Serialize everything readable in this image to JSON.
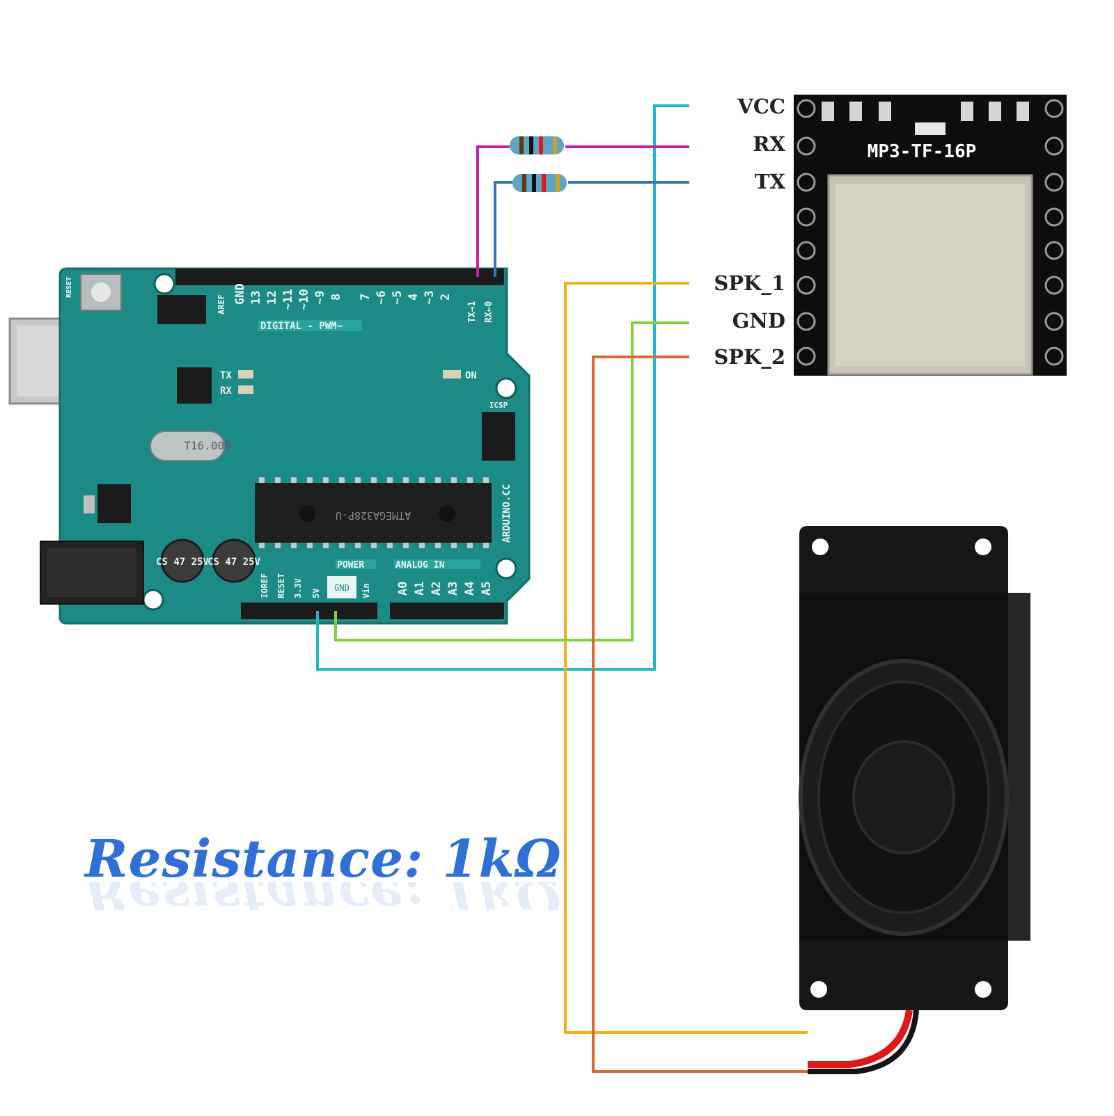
{
  "module": {
    "name": "MP3-TF-16P",
    "pins": [
      "VCC",
      "RX",
      "TX",
      "SPK_1",
      "GND",
      "SPK_2"
    ]
  },
  "arduino": {
    "digital_header": "DIGITAL - PWM~",
    "digital_pins": [
      "GND",
      "13",
      "12",
      "~11",
      "~10",
      "~9",
      "8",
      "7",
      "~6",
      "~5",
      "4",
      "~3",
      "2",
      "TX→1",
      "RX←0"
    ],
    "aref": "AREF",
    "power_header": "POWER",
    "power_pins": [
      "IOREF",
      "RESET",
      "3.3V",
      "5V",
      "GND",
      "Vin"
    ],
    "analog_header": "ANALOG IN",
    "analog_pins": [
      "A0",
      "A1",
      "A2",
      "A3",
      "A4",
      "A5"
    ],
    "chip": "ATMEGA328P-U",
    "crystal": "T16.000",
    "brand": "ARDUINO.CC",
    "on_led": "ON",
    "tx_led": "TX",
    "rx_led": "RX",
    "reset_label": "RESET",
    "icsp": "ICSP",
    "cap_1": "CS 47 25V",
    "cap_2": "CS 47 25V"
  },
  "caption": "Resistance: 1kΩ",
  "wire_colors": {
    "vcc": "#1fb7c9",
    "rx": "#c21fb0",
    "tx": "#3a72c8",
    "spk_1": "#f0b21a",
    "gnd": "#7fd13f",
    "spk_2": "#d9692f"
  }
}
